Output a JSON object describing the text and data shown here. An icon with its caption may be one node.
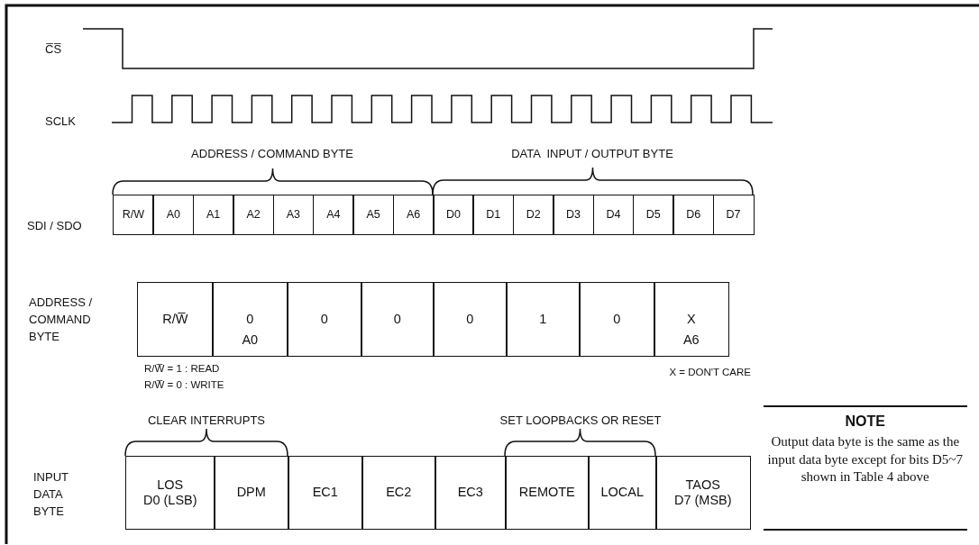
{
  "diagram": {
    "nodes": [
      {
        "text": [
          "R/W"
        ]
      },
      {
        "text": [
          "A0"
        ]
      },
      {
        "text": [
          "A1"
        ]
      },
      {
        "text": [
          "A2"
        ]
      },
      {
        "text": [
          "A3"
        ]
      },
      {
        "text": [
          "A4"
        ]
      },
      {
        "text": [
          "A5"
        ]
      },
      {
        "text": [
          "A6"
        ]
      },
      {
        "text": [
          "D0"
        ]
      },
      {
        "text": [
          "D1"
        ]
      },
      {
        "text": [
          "D2"
        ]
      },
      {
        "text": [
          "D3"
        ]
      },
      {
        "text": [
          "D4"
        ]
      },
      {
        "text": [
          "D5"
        ]
      },
      {
        "text": [
          "D6"
        ]
      },
      {
        "text": [
          "D7"
        ]
      },
      {
        "text": [
          "R/W̅"
        ]
      },
      {
        "text": [
          "0",
          "A0"
        ]
      },
      {
        "text": [
          "0"
        ]
      },
      {
        "text": [
          "0"
        ]
      },
      {
        "text": [
          "0"
        ]
      },
      {
        "text": [
          "1"
        ]
      },
      {
        "text": [
          "0"
        ]
      },
      {
        "text": [
          "X",
          "A6"
        ]
      },
      {
        "text": [
          "LOS",
          "D0 (LSB)"
        ]
      },
      {
        "text": [
          "DPM"
        ]
      },
      {
        "text": [
          "EC1"
        ]
      },
      {
        "text": [
          "EC2"
        ]
      },
      {
        "text": [
          "EC3"
        ]
      },
      {
        "text": [
          "REMOTE"
        ]
      },
      {
        "text": [
          "LOCAL"
        ]
      },
      {
        "text": [
          "TAOS",
          "D7 (MSB)"
        ]
      },
      {
        "text": [
          "NOTE",
          "Output data byte is the same as the input data byte except for bits D5~7 shown in Table 4 above"
        ]
      }
    ],
    "labels": [
      "C̅S̅",
      "SCLK",
      "ADDRESS / COMMAND BYTE",
      "DATA  INPUT / OUTPUT BYTE",
      "SDI / SDO",
      "ADDRESS / COMMAND BYTE",
      "R/W̅ = 1 : READ",
      "R/W̅ = 0 : WRITE",
      "X = DON'T CARE",
      "CLEAR INTERRUPTS",
      "SET LOOPBACKS OR RESET",
      "INPUT DATA BYTE"
    ]
  }
}
